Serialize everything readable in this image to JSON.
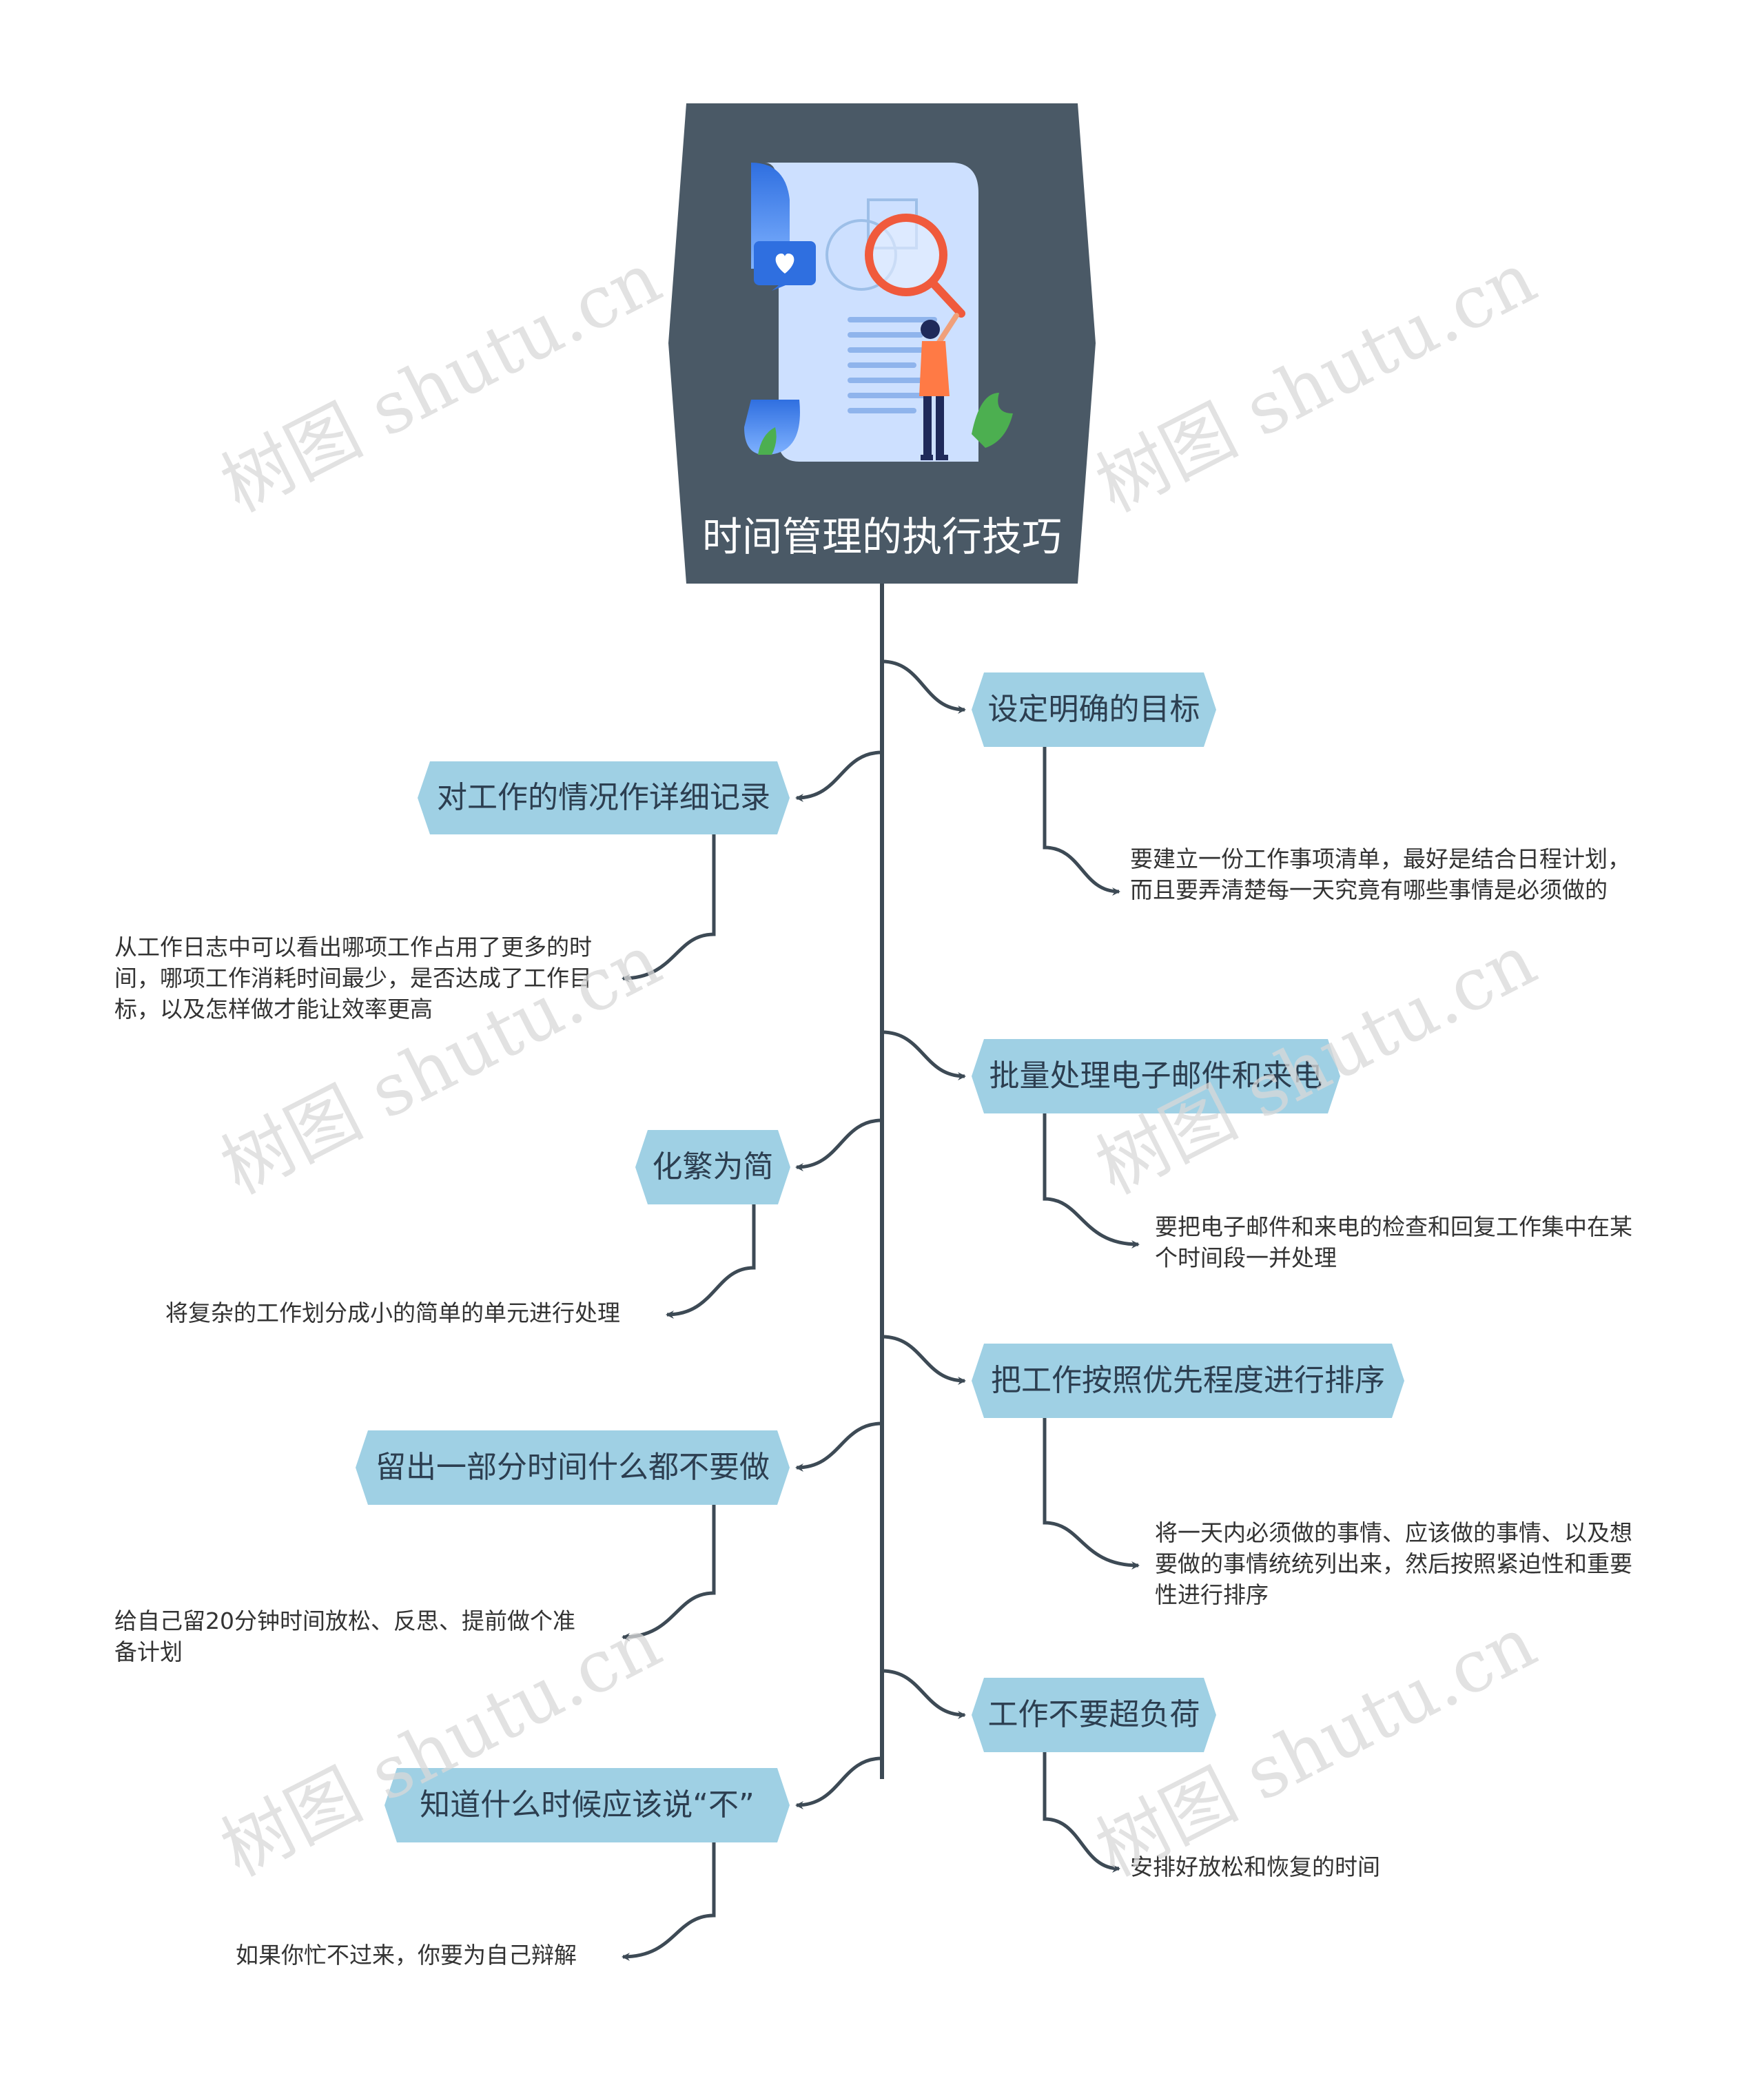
{
  "root": {
    "title": "时间管理的执行技巧"
  },
  "branches": [
    {
      "label": "设定明确的目标",
      "detail": "要建立一份工作事项清单，最好是结合日程计划，而且要弄清楚每一天究竟有哪些事情是必须做的"
    },
    {
      "label": "对工作的情况作详细记录",
      "detail": "从工作日志中可以看出哪项工作占用了更多的时间，哪项工作消耗时间最少，是否达成了工作目标，以及怎样做才能让效率更高"
    },
    {
      "label": "批量处理电子邮件和来电",
      "detail": "要把电子邮件和来电的检查和回复工作集中在某个时间段一并处理"
    },
    {
      "label": "化繁为简",
      "detail": "将复杂的工作划分成小的简单的单元进行处理"
    },
    {
      "label": "把工作按照优先程度进行排序",
      "detail": "将一天内必须做的事情、应该做的事情、以及想要做的事情统统列出来，然后按照紧迫性和重要性进行排序"
    },
    {
      "label": "留出一部分时间什么都不要做",
      "detail": "给自己留20分钟时间放松、反思、提前做个准备计划"
    },
    {
      "label": "工作不要超负荷",
      "detail": "安排好放松和恢复的时间"
    },
    {
      "label": "知道什么时候应该说“不”",
      "detail": "如果你忙不过来，你要为自己辩解"
    }
  ],
  "watermark": "树图 shutu.cn",
  "colors": {
    "root_bg": "#4a5966",
    "node_bg": "#9fd0e4",
    "line": "#3d4a55",
    "text": "#2c3e50"
  }
}
